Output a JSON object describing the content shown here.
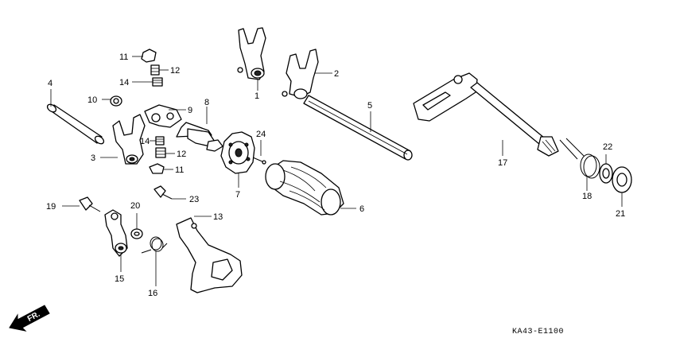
{
  "diagram": {
    "callouts": [
      "1",
      "2",
      "3",
      "4",
      "5",
      "6",
      "7",
      "8",
      "9",
      "10",
      "11",
      "11",
      "12",
      "12",
      "13",
      "14",
      "14",
      "15",
      "16",
      "17",
      "18",
      "19",
      "20",
      "21",
      "22",
      "23",
      "24"
    ],
    "front_arrow_label": "FR.",
    "drawing_code": "KA43-E1100"
  }
}
